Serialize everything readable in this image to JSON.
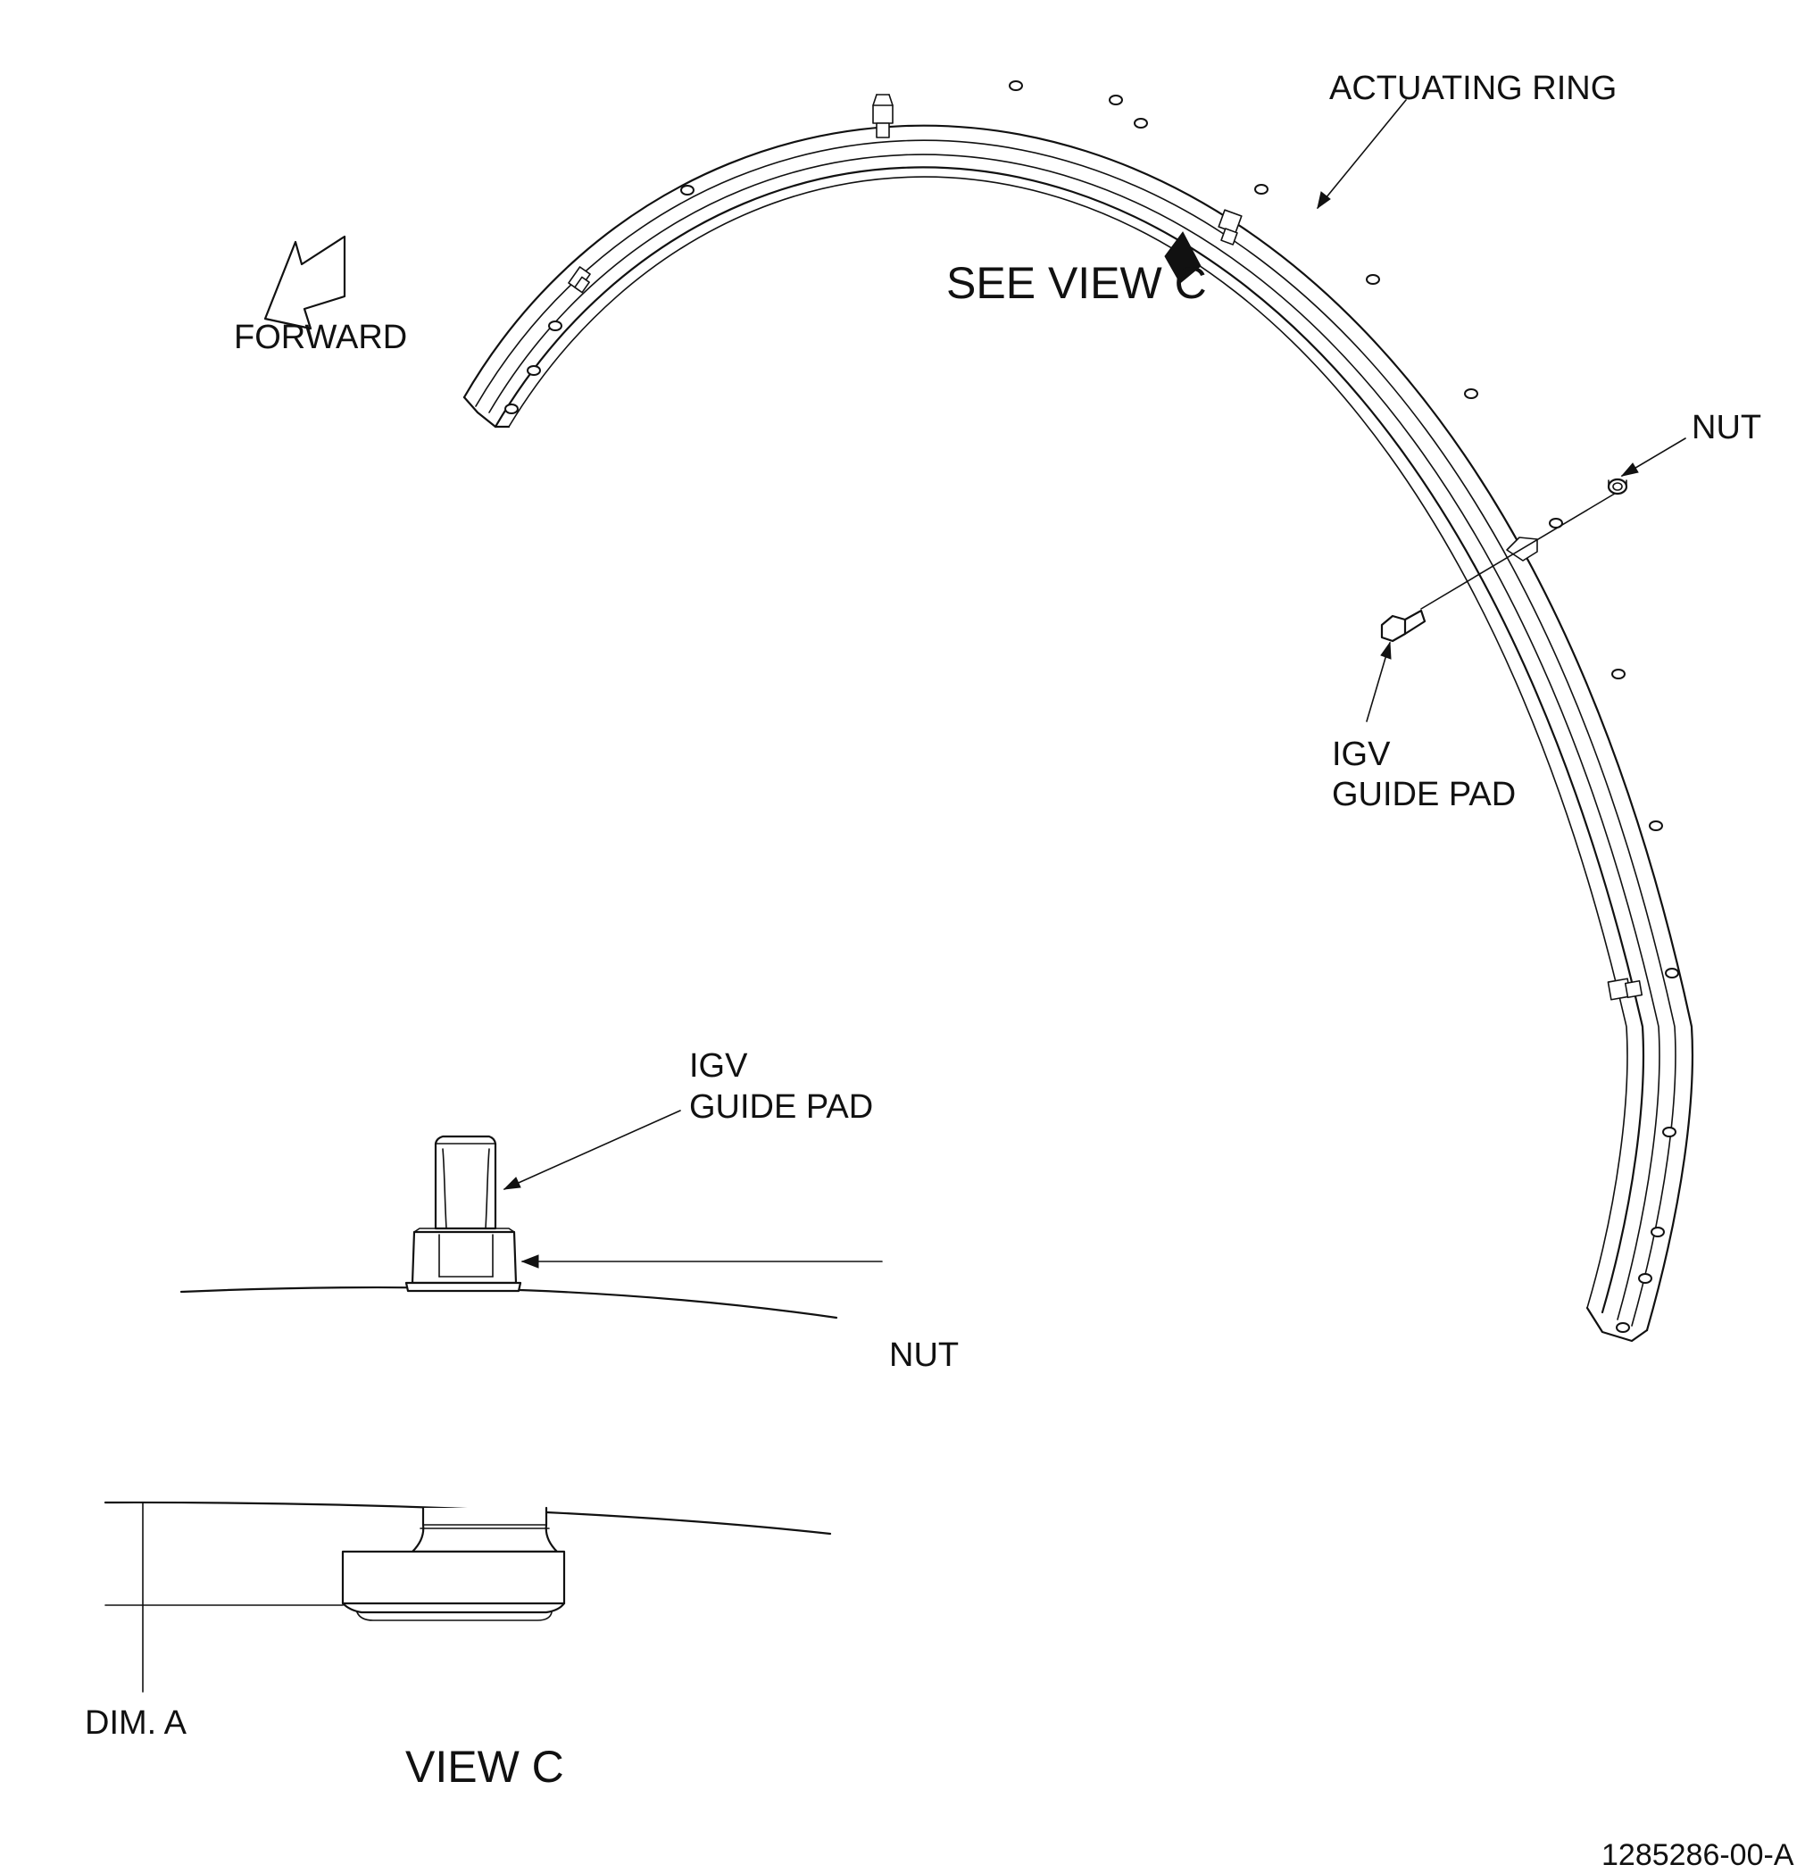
{
  "labels": {
    "actuating_ring": "ACTUATING RING",
    "see_view_c": "SEE VIEW C",
    "forward": "FORWARD",
    "nut_top": "NUT",
    "igv_top": "IGV",
    "guide_pad_top": "GUIDE PAD",
    "igv_detail": "IGV",
    "guide_pad_detail": "GUIDE PAD",
    "nut_detail": "NUT",
    "dim_a": "DIM. A",
    "view_c": "VIEW C",
    "figure_id": "1285286-00-A"
  },
  "colors": {
    "ink": "#111111",
    "paper": "#ffffff"
  }
}
